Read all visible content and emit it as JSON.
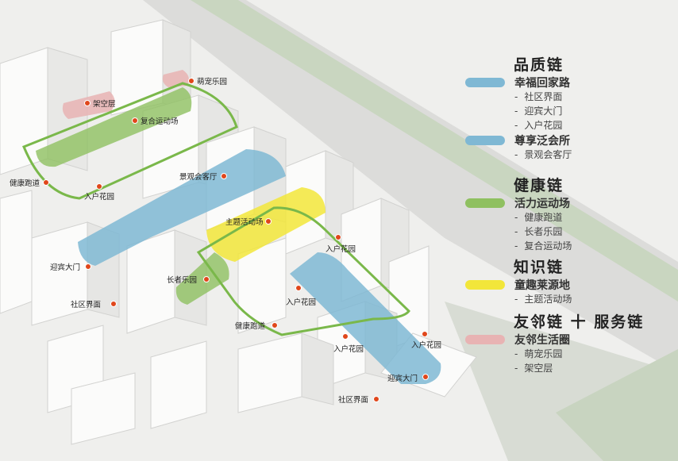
{
  "map_labels": {
    "pets": "萌宠乐园",
    "stilt": "架空层",
    "sports": "复合运动场",
    "run1": "健康跑道",
    "garden1": "入户花园",
    "club": "景观会客厅",
    "theme": "主题活动场",
    "garden2": "入户花园",
    "gate1": "迎宾大门",
    "elder": "长者乐园",
    "garden3": "入户花园",
    "iface1": "社区界面",
    "run2": "健康跑道",
    "garden4": "入户花园",
    "garden5": "入户花园",
    "gate2": "迎宾大门",
    "iface2": "社区界面"
  },
  "legend": {
    "groups": [
      {
        "title": "品质链",
        "categories": [
          {
            "label": "幸福回家路",
            "color": "#7fb8d4",
            "items": [
              "社区界面",
              "迎宾大门",
              "入户花园"
            ]
          },
          {
            "label": "尊享泛会所",
            "color": "#7fb8d4",
            "items": [
              "景观会客厅"
            ]
          }
        ]
      },
      {
        "title": "健康链",
        "categories": [
          {
            "label": "活力运动场",
            "color": "#8fc060",
            "items": [
              "健康跑道",
              "长者乐园",
              "复合运动场"
            ]
          }
        ]
      },
      {
        "title": "知识链",
        "categories": [
          {
            "label": "童趣莱源地",
            "color": "#f2e63a",
            "items": [
              "主题活动场"
            ]
          }
        ]
      },
      {
        "title": "友邻链 十 服务链",
        "categories": [
          {
            "label": "友邻生活圈",
            "color": "#e8b3b3",
            "items": [
              "萌宠乐园",
              "架空层"
            ]
          }
        ]
      }
    ]
  }
}
